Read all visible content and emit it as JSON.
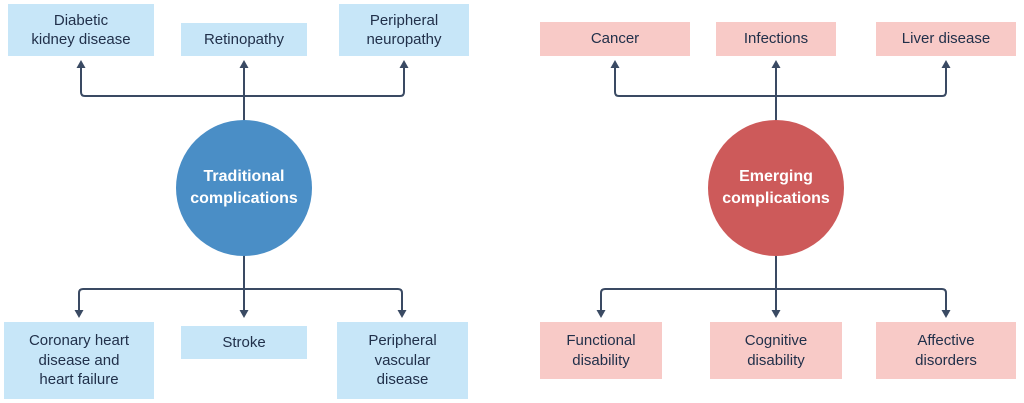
{
  "colors": {
    "box-blue": "#c7e6f8",
    "hub-blue": "#4a8ec6",
    "box-pink": "#f8cac7",
    "hub-red": "#cd5a5a",
    "arrow": "#3a4a63",
    "text-dark": "#21304a",
    "text-light": "#ffffff"
  },
  "left": {
    "hub": {
      "label": "Traditional\ncomplications"
    },
    "top": [
      {
        "label": "Diabetic\nkidney disease"
      },
      {
        "label": "Retinopathy"
      },
      {
        "label": "Peripheral\nneuropathy"
      }
    ],
    "bottom": [
      {
        "label": "Coronary heart\ndisease and\nheart failure"
      },
      {
        "label": "Stroke"
      },
      {
        "label": "Peripheral\nvascular\ndisease"
      }
    ]
  },
  "right": {
    "hub": {
      "label": "Emerging\ncomplications"
    },
    "top": [
      {
        "label": "Cancer"
      },
      {
        "label": "Infections"
      },
      {
        "label": "Liver disease"
      }
    ],
    "bottom": [
      {
        "label": "Functional\ndisability"
      },
      {
        "label": "Cognitive\ndisability"
      },
      {
        "label": "Affective\ndisorders"
      }
    ]
  }
}
